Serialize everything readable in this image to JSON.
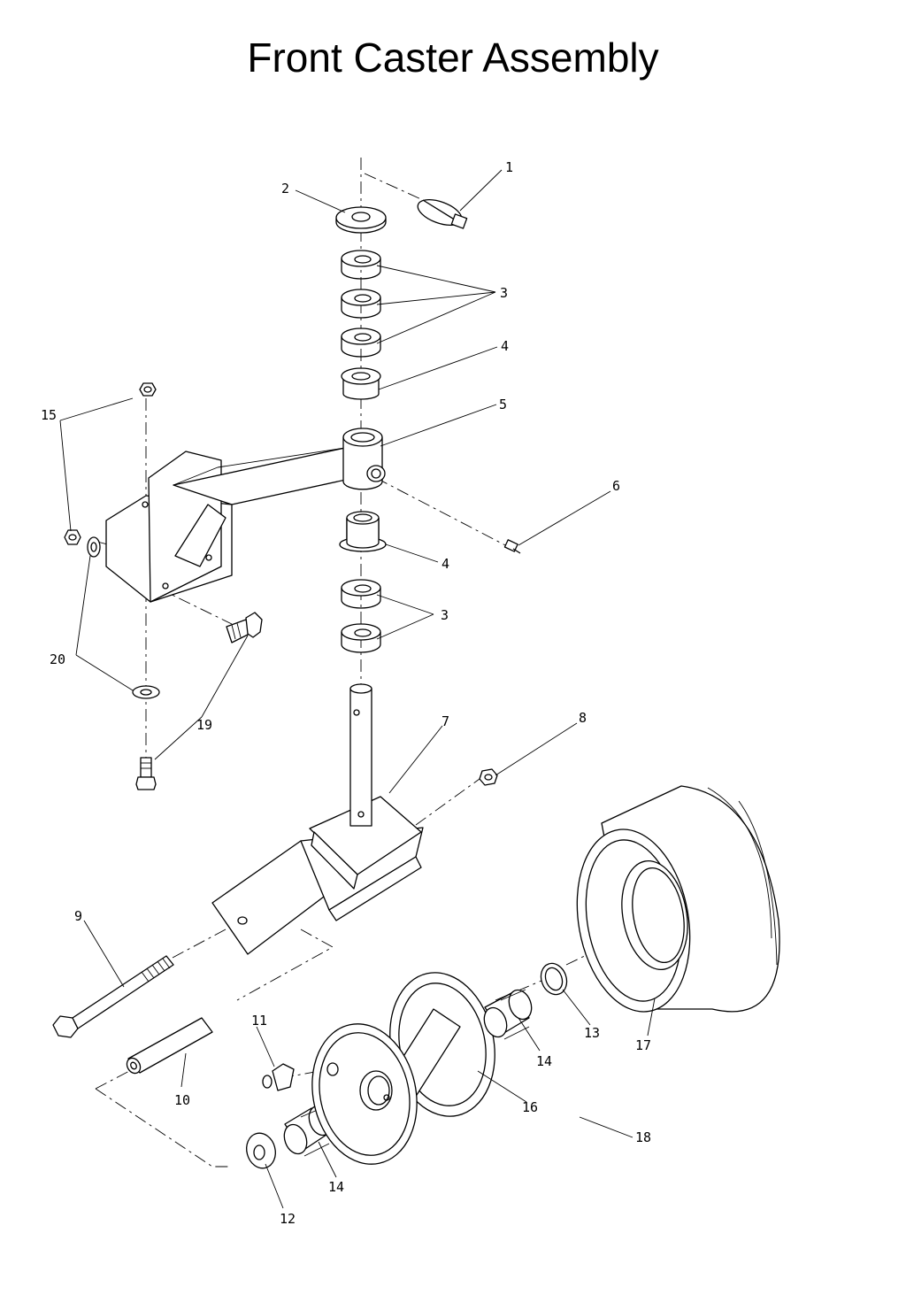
{
  "title": "Front Caster Assembly",
  "callouts": {
    "c1": "1",
    "c2": "2",
    "c3a": "3",
    "c3b": "3",
    "c4a": "4",
    "c4b": "4",
    "c5": "5",
    "c6": "6",
    "c7": "7",
    "c8": "8",
    "c9": "9",
    "c10": "10",
    "c11": "11",
    "c12": "12",
    "c13": "13",
    "c14a": "14",
    "c14b": "14",
    "c15": "15",
    "c16": "16",
    "c17": "17",
    "c18": "18",
    "c19": "19",
    "c20": "20"
  }
}
